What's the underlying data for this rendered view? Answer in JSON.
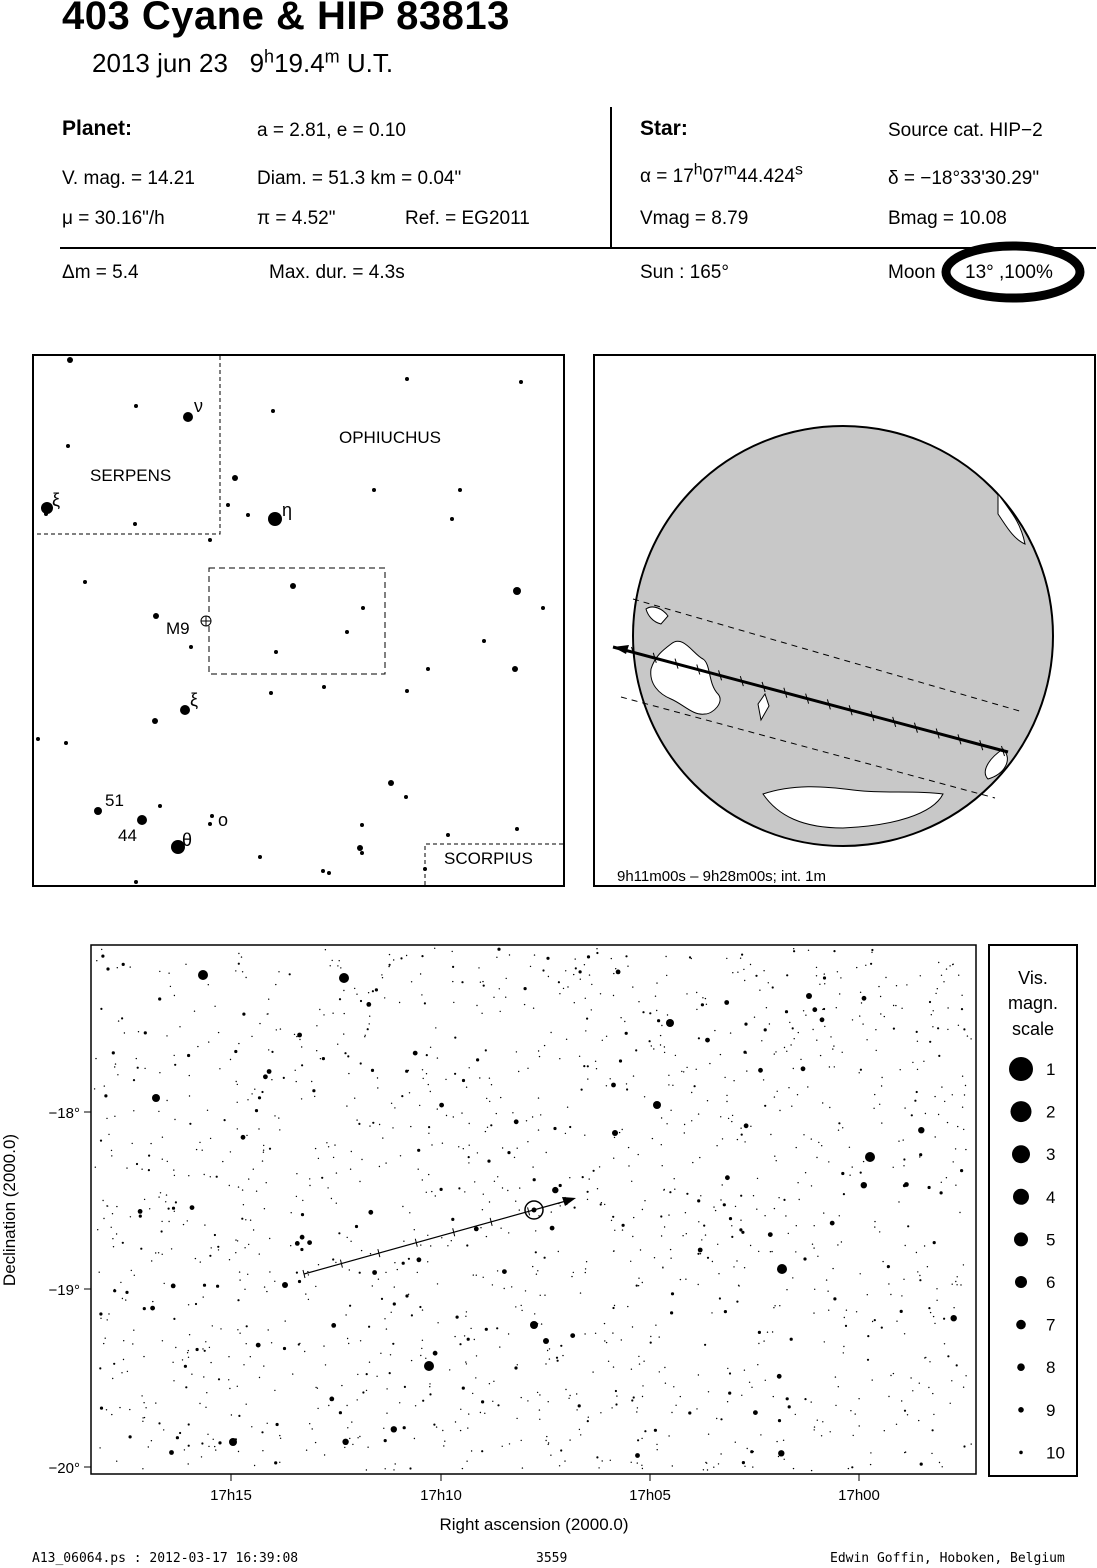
{
  "header": {
    "title": "403 Cyane  &  HIP 83813",
    "date": "2013 jun 23",
    "time_h": "9",
    "time_h_unit": "h",
    "time_m": "19.4",
    "time_m_unit": "m",
    "time_suffix": "U.T."
  },
  "planet": {
    "heading": "Planet:",
    "orbit": "a = 2.81, e = 0.10",
    "vmag": "V. mag. = 14.21",
    "diam": "Diam. = 51.3 km = 0.04\"",
    "mu": "μ =  30.16\"/h",
    "pi": "π =  4.52\"",
    "ref": "Ref. = EG2011",
    "dm": "Δm = 5.4",
    "maxdur": "Max. dur. = 4.3s"
  },
  "star": {
    "heading": "Star:",
    "source": "Source cat.  HIP−2",
    "ra_prefix": "α = 17",
    "ra_h": "h",
    "ra_min": "07",
    "ra_m": "m",
    "ra_sec": "44.424",
    "ra_s": "s",
    "dec": "δ = −18°33'30.29\"",
    "vmag": "Vmag =  8.79",
    "bmag": "Bmag = 10.08",
    "sun": "Sun : 165°",
    "moon_label": "Moon",
    "moon_value": "13° ,100%"
  },
  "finder": {
    "constellations": [
      "OPHIUCHUS",
      "SERPENS",
      "SCORPIUS"
    ],
    "star_labels": [
      "ν",
      "ξ",
      "η",
      "M9",
      "ξ",
      "51",
      "44",
      "θ",
      "o"
    ]
  },
  "globe": {
    "caption": "9h11m00s –  9h28m00s; int.  1m"
  },
  "chart": {
    "dec_ticks": [
      "−18°",
      "−19°",
      "−20°"
    ],
    "ra_ticks": [
      "17h15",
      "17h10",
      "17h05",
      "17h00"
    ],
    "ylabel": "Declination (2000.0)",
    "xlabel": "Right ascension (2000.0)"
  },
  "scale": {
    "title_lines": [
      "Vis.",
      "magn.",
      "scale"
    ],
    "values": [
      "1",
      "2",
      "3",
      "4",
      "5",
      "6",
      "7",
      "8",
      "9",
      "10"
    ]
  },
  "footer": {
    "file": "A13_06064.ps : 2012-03-17 16:39:08",
    "number": "3559",
    "author": "Edwin Goffin, Hoboken, Belgium"
  }
}
